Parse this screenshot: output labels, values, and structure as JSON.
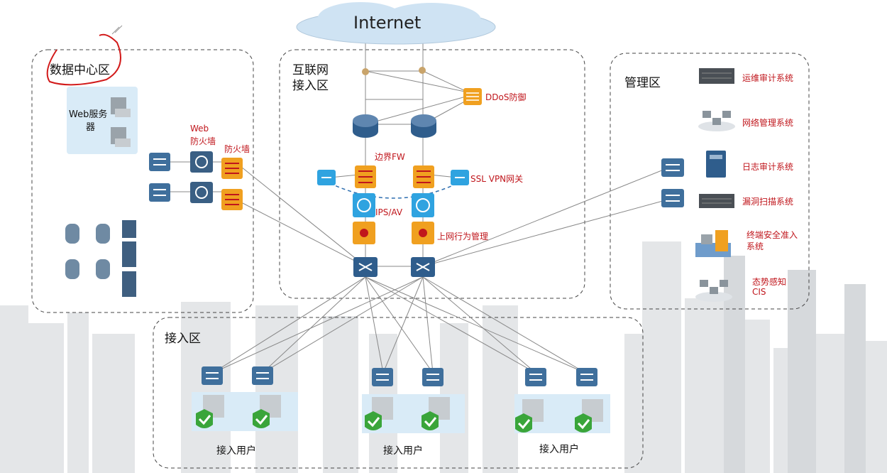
{
  "internet": "Internet",
  "zones": {
    "datacenter": "数据中心区",
    "internet_access_line1": "互联网",
    "internet_access_line2": "接入区",
    "management": "管理区",
    "access": "接入区"
  },
  "labels": {
    "web_server_line1": "Web服务",
    "web_server_line2": "器",
    "web_fw_line1": "Web",
    "web_fw_line2": "防火墙",
    "fw": "防火墙",
    "ddos": "DDoS防御",
    "border_fw": "边界FW",
    "ssl_vpn": "SSL VPN网关",
    "ips": "IPS/AV",
    "behavior": "上网行为管理",
    "ops_audit": "运维审计系统",
    "net_mgmt": "网络管理系统",
    "log_audit": "日志审计系统",
    "vuln_scan": "漏洞扫描系统",
    "nac_line1": "终端安全准入",
    "nac_line2": "系统",
    "situation_line1": "态势感知",
    "situation_line2": "CIS",
    "access_users_1": "接入用户",
    "access_users_2": "接入用户",
    "access_users_3": "接入用户"
  },
  "colors": {
    "label_red": "#c0161c",
    "router_blue": "#2f5d8c",
    "switch_blue": "#3f6f9c",
    "firewall_orange": "#f0a020",
    "shield_green": "#3aa53a",
    "cloud": "#cfe3f3"
  },
  "icons": [
    "cloud-icon",
    "router-icon",
    "switch-icon",
    "firewall-icon",
    "ddos-icon",
    "vpn-icon",
    "ips-icon",
    "behavior-icon",
    "server-rack-icon",
    "database-icon",
    "web-server-icon",
    "pc-icon",
    "shield-check-icon",
    "server-icon",
    "network-icon"
  ]
}
